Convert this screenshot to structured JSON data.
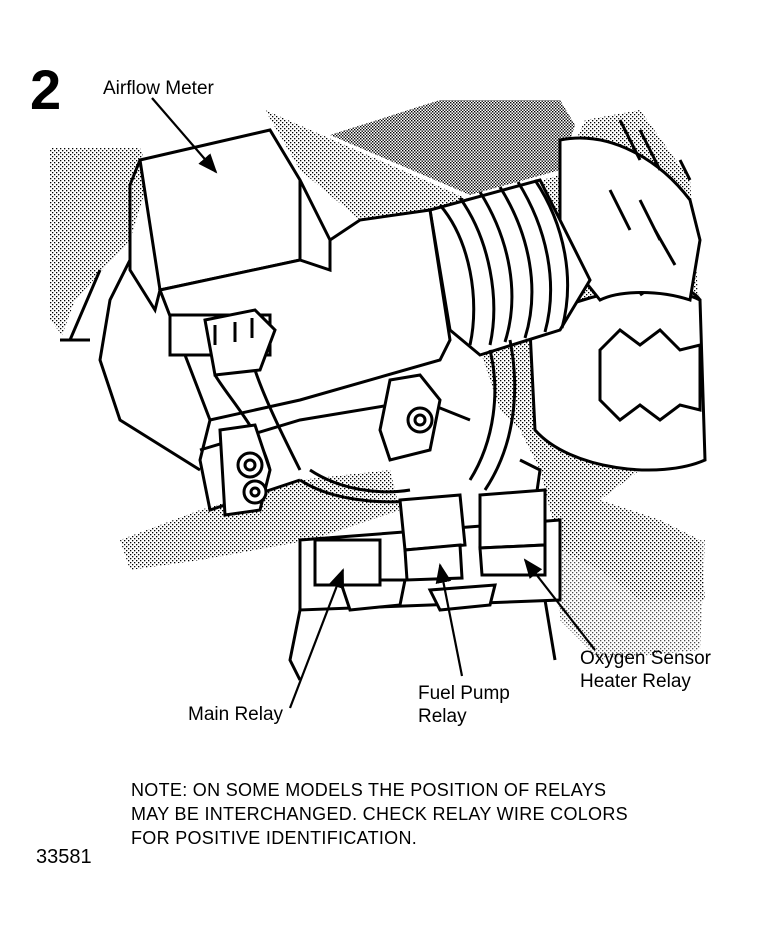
{
  "figure_number": "2",
  "figure_id": "33581",
  "labels": {
    "airflow_meter": "Airflow Meter",
    "main_relay": "Main Relay",
    "fuel_pump_line1": "Fuel Pump",
    "fuel_pump_line2": "Relay",
    "oxygen_line1": "Oxygen Sensor",
    "oxygen_line2": "Heater Relay"
  },
  "note": {
    "line1": "NOTE: ON SOME MODELS THE POSITION OF RELAYS",
    "line2": "MAY BE INTERCHANGED. CHECK RELAY WIRE COLORS",
    "line3": "FOR POSITIVE IDENTIFICATION."
  }
}
